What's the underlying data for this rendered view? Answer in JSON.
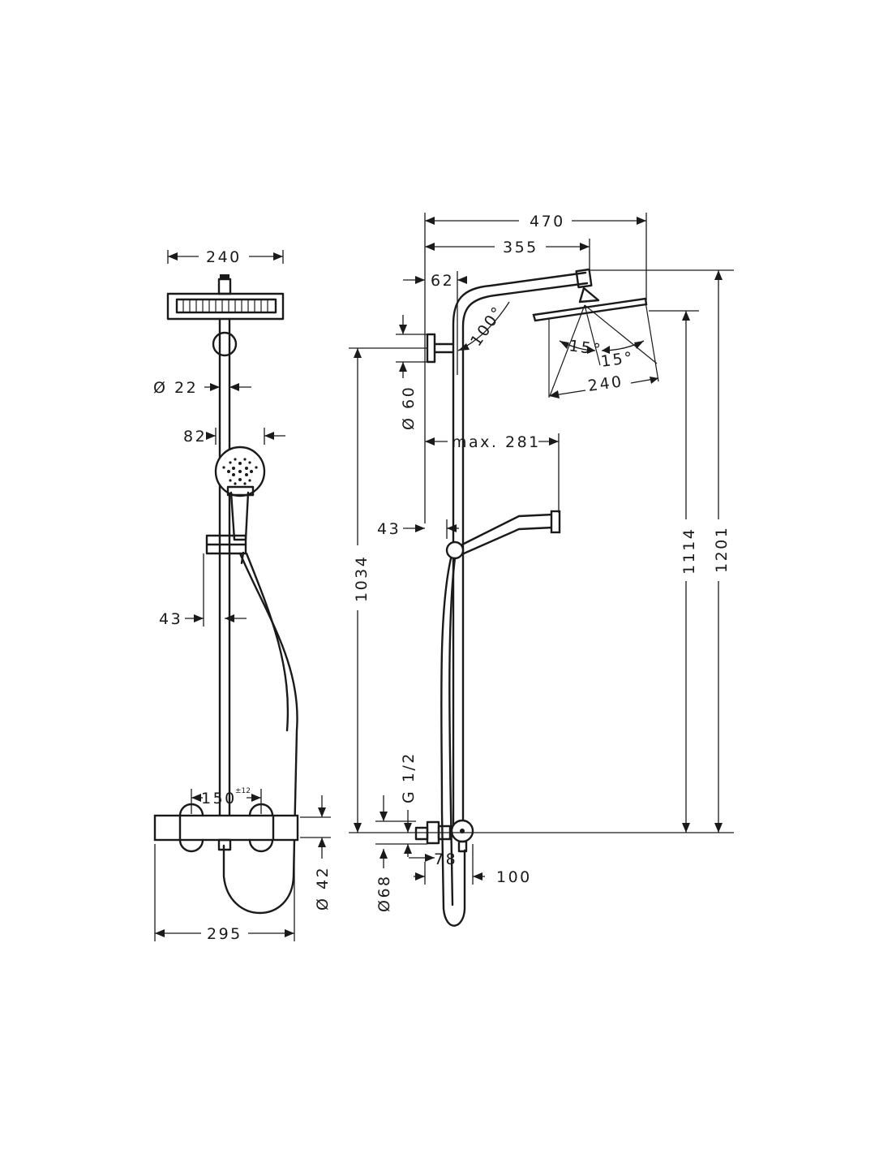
{
  "front_view": {
    "dim_head_width": "240",
    "dim_rail_diameter": "Ø 22",
    "dim_handshower_width": "82",
    "dim_bracket_offset": "43",
    "dim_valve_spacing": "150",
    "dim_valve_spacing_tolerance": "±12",
    "dim_overall_width": "295",
    "dim_valve_diameter": "Ø 42"
  },
  "side_view": {
    "dim_total_projection": "470",
    "dim_arm_projection": "355",
    "dim_wall_bracket_offset": "62",
    "dim_arm_angle": "100°",
    "dim_wall_flange_diameter": "Ø 60",
    "dim_spray_angle_left": "15°",
    "dim_spray_angle_right": "15°",
    "dim_head_width": "240",
    "dim_handshower_reach": "max. 281",
    "dim_rail_offset": "43",
    "dim_bracket_height": "1034",
    "dim_head_height": "1114",
    "dim_overall_height": "1201",
    "dim_connection_thread": "G 1/2",
    "dim_valve_depth": "78",
    "dim_valve_projection": "100",
    "dim_escutcheon_diameter": "Ø68"
  }
}
